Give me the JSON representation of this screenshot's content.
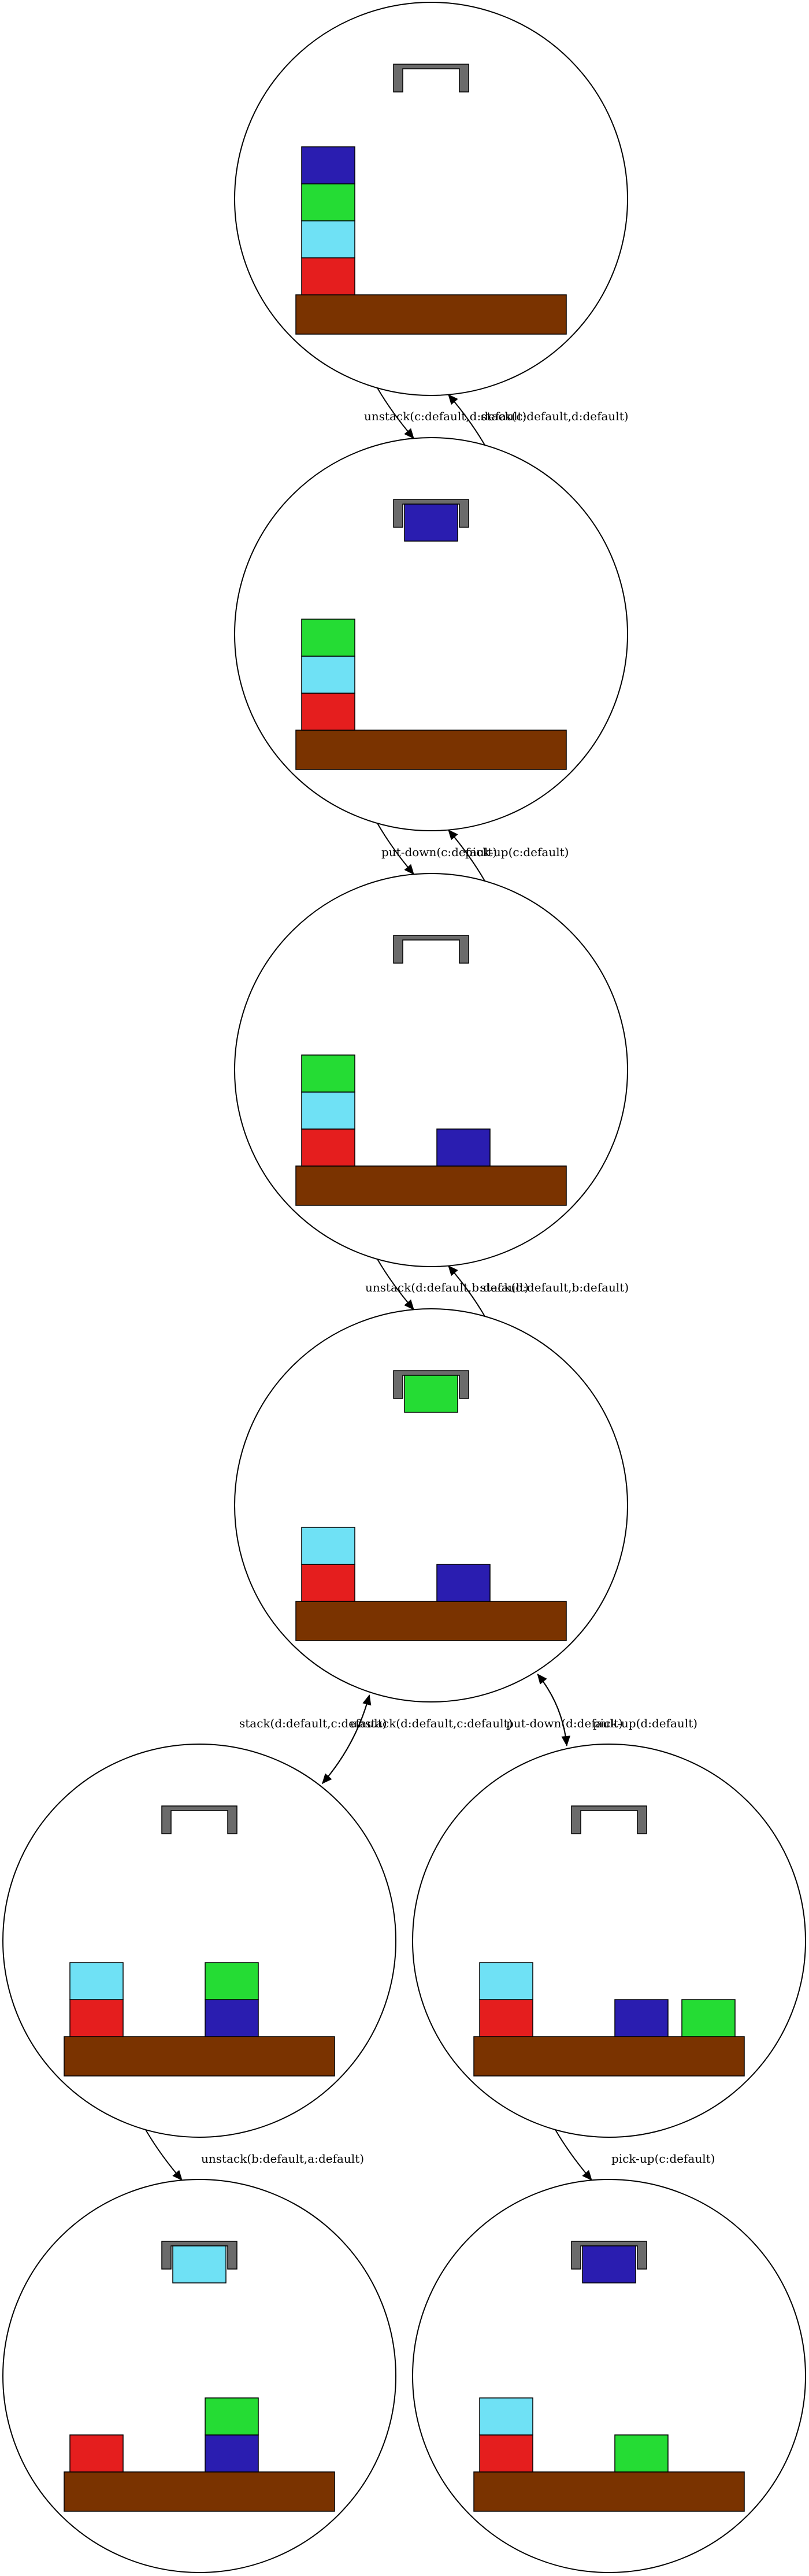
{
  "colors": {
    "table": "#7a3300",
    "gripper": "#6b6b6b",
    "blocks": {
      "a": "#e51e1e",
      "b": "#6fe1f5",
      "c": "#25dc34",
      "d": "#2a1db0"
    }
  },
  "states": [
    {
      "id": "s0",
      "held": null,
      "stacks": [
        [
          "a",
          "b",
          "c",
          "d"
        ]
      ]
    },
    {
      "id": "s1",
      "held": "d",
      "stacks": [
        [
          "a",
          "b",
          "c"
        ]
      ]
    },
    {
      "id": "s2",
      "held": null,
      "stacks": [
        [
          "a",
          "b",
          "c"
        ],
        [
          "d"
        ]
      ]
    },
    {
      "id": "s3",
      "held": "c",
      "stacks": [
        [
          "a",
          "b"
        ],
        [
          "d"
        ]
      ]
    },
    {
      "id": "s4",
      "held": null,
      "stacks": [
        [
          "a",
          "b"
        ],
        [
          "d",
          "c"
        ]
      ]
    },
    {
      "id": "s5",
      "held": null,
      "stacks": [
        [
          "a",
          "b"
        ],
        [
          "d"
        ],
        [
          "c"
        ]
      ]
    },
    {
      "id": "s6",
      "held": "b",
      "stacks": [
        [
          "a"
        ],
        [
          "d",
          "c"
        ]
      ]
    },
    {
      "id": "s7",
      "held": "d",
      "stacks": [
        [
          "a",
          "b"
        ],
        [
          "c"
        ]
      ]
    }
  ],
  "edges": [
    {
      "from": "s0",
      "to": "s1",
      "label": "unstack(c:default,d:default)"
    },
    {
      "from": "s1",
      "to": "s0",
      "label": "stack(c:default,d:default)"
    },
    {
      "from": "s1",
      "to": "s2",
      "label": "put-down(c:default)"
    },
    {
      "from": "s2",
      "to": "s1",
      "label": "pick-up(c:default)"
    },
    {
      "from": "s2",
      "to": "s3",
      "label": "unstack(d:default,b:default)"
    },
    {
      "from": "s3",
      "to": "s2",
      "label": "stack(d:default,b:default)"
    },
    {
      "from": "s3",
      "to": "s4",
      "label": "stack(d:default,c:default)"
    },
    {
      "from": "s4",
      "to": "s3",
      "label": "unstack(d:default,c:default)"
    },
    {
      "from": "s3",
      "to": "s5",
      "label": "put-down(d:default)"
    },
    {
      "from": "s5",
      "to": "s3",
      "label": "pick-up(d:default)"
    },
    {
      "from": "s4",
      "to": "s6",
      "label": "unstack(b:default,a:default)"
    },
    {
      "from": "s5",
      "to": "s7",
      "label": "pick-up(c:default)"
    }
  ]
}
